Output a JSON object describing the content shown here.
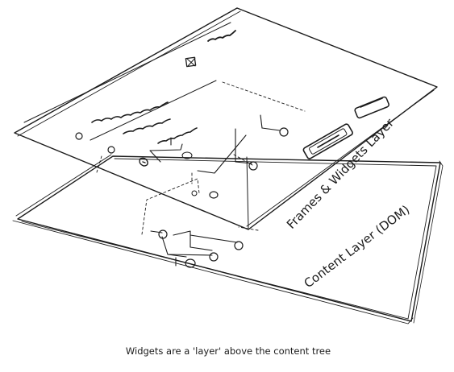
{
  "diagram": {
    "layers": [
      {
        "id": "frames",
        "label": "Frames & Widgets Layer"
      },
      {
        "id": "content",
        "label": "Content Layer (DOM)"
      }
    ],
    "caption": "Widgets are a 'layer' above the content tree",
    "ink_color": "#1b1b1b",
    "paper_color": "#ffffff"
  }
}
